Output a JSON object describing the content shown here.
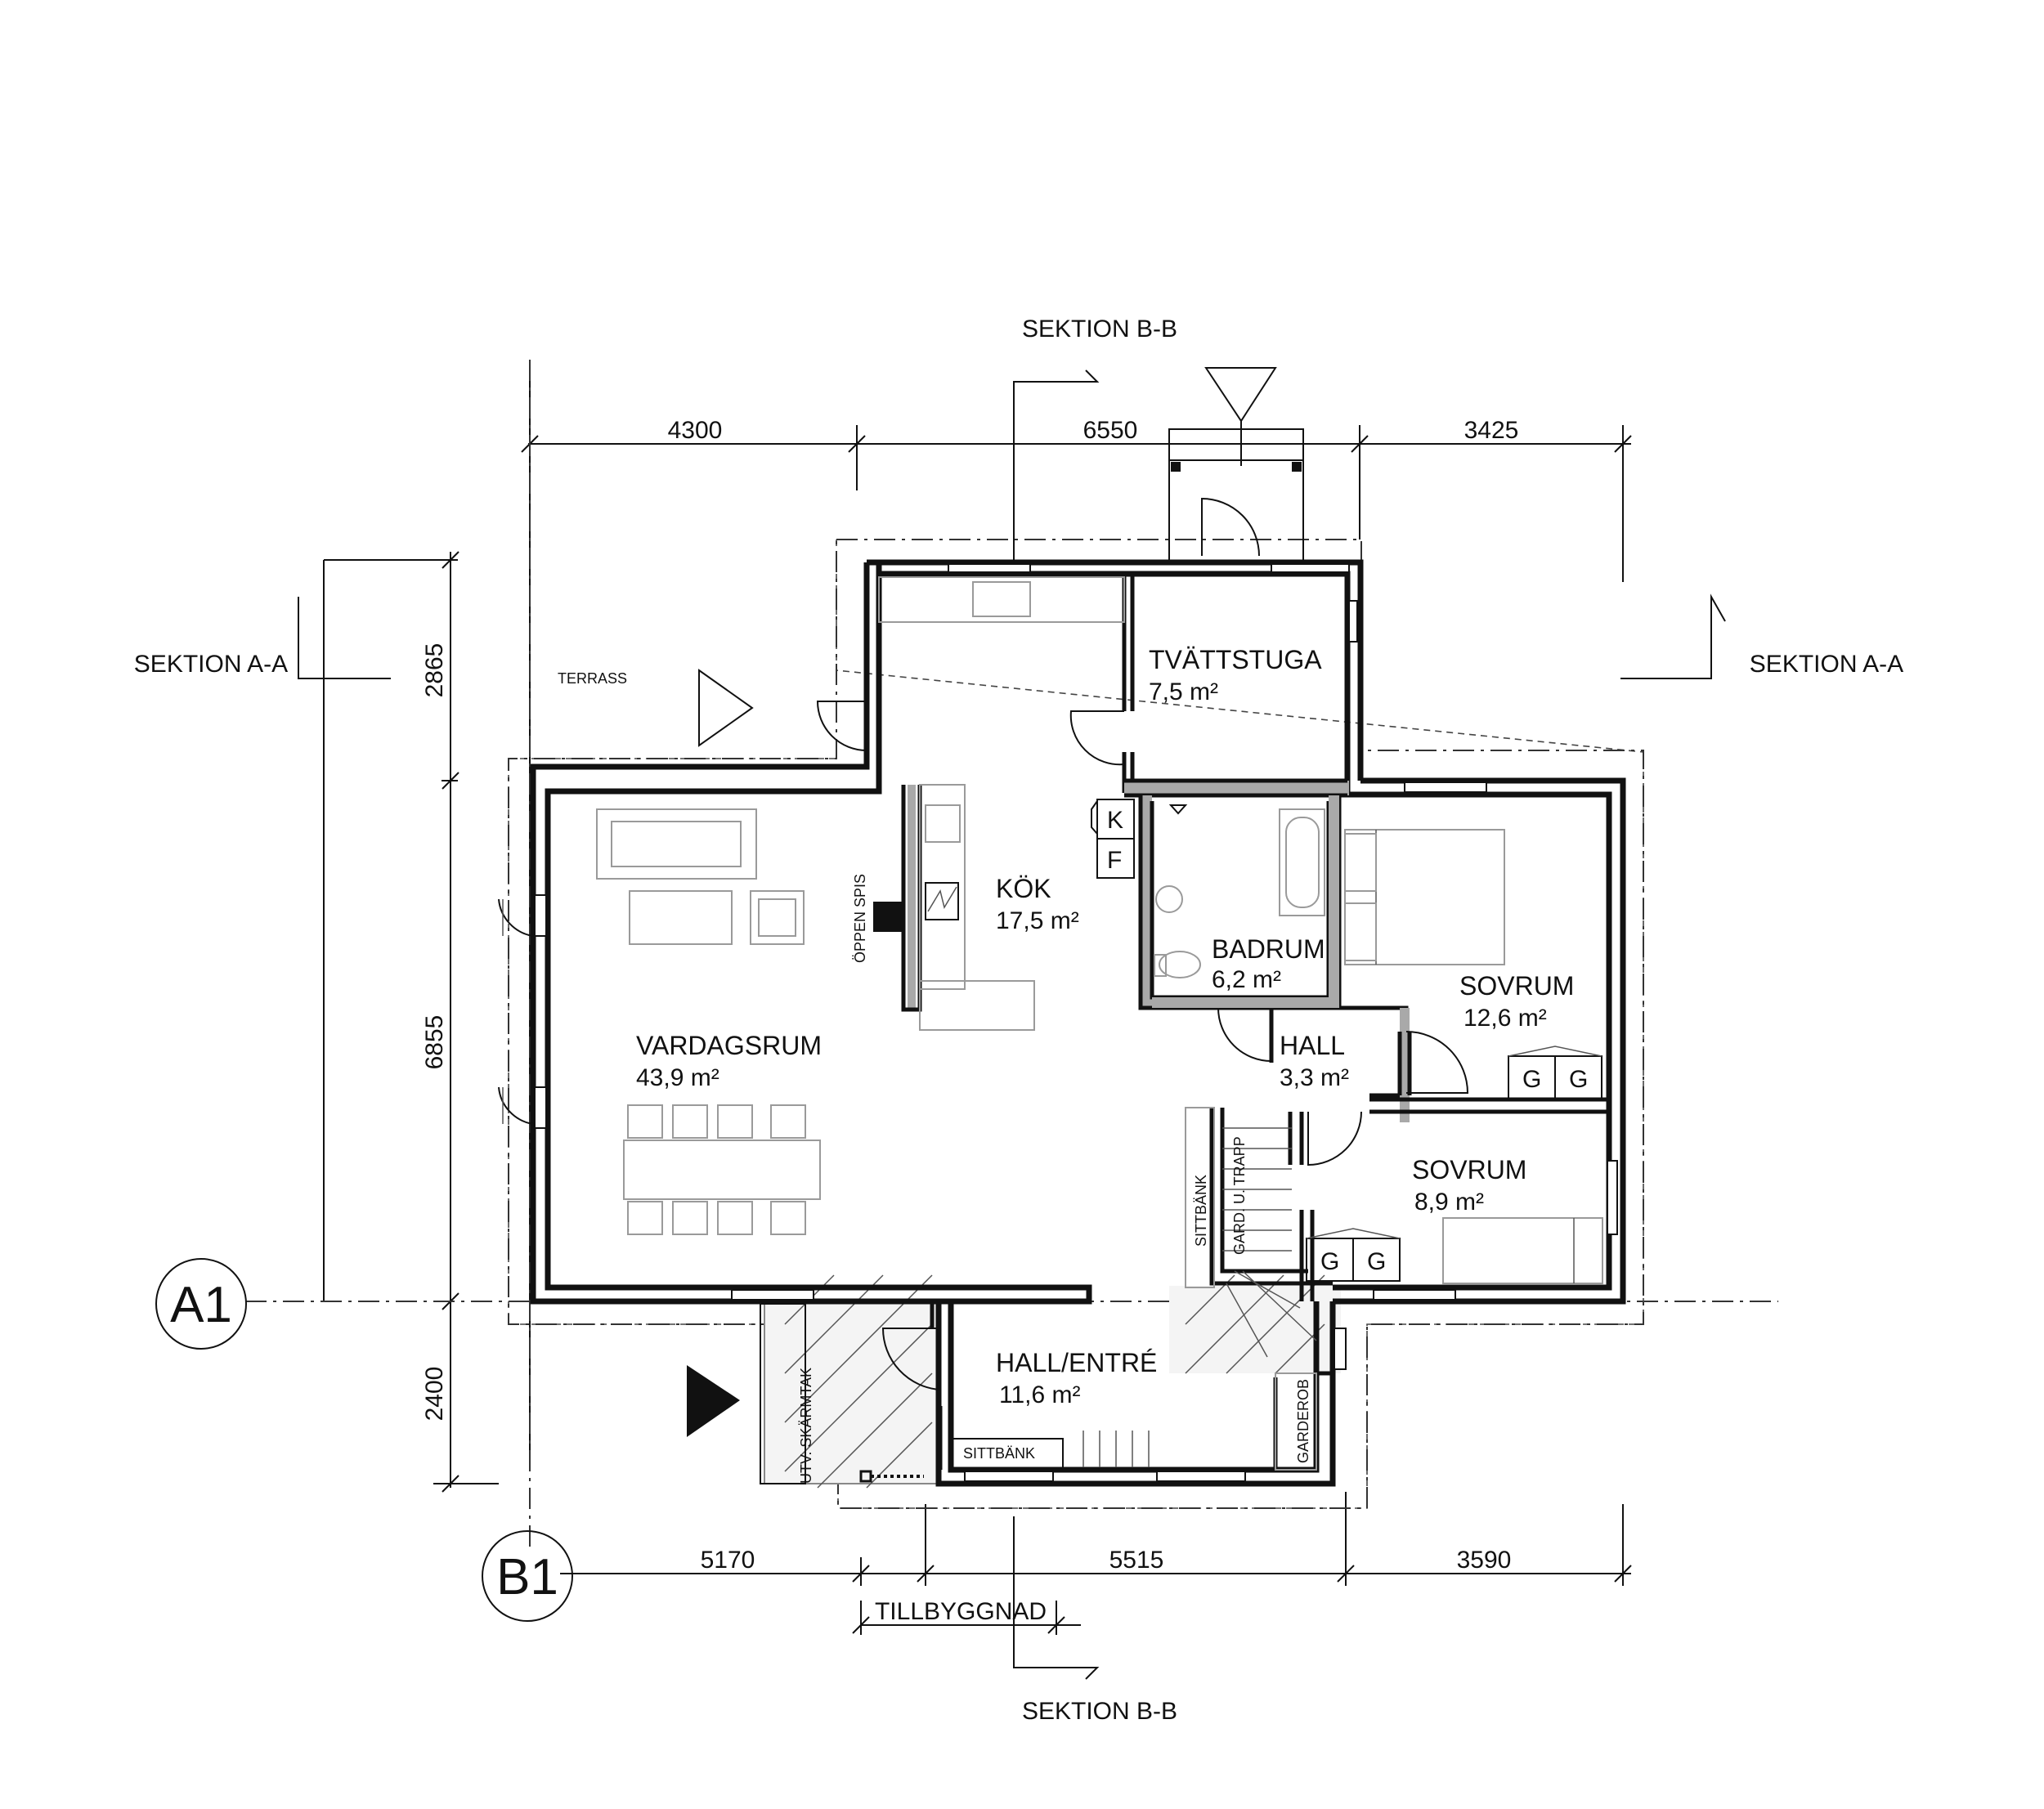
{
  "sections": {
    "b_top": "SEKTION B-B",
    "b_bottom": "SEKTION B-B",
    "a_left": "SEKTION A-A",
    "a_right": "SEKTION A-A"
  },
  "dimensions": {
    "top": [
      "4300",
      "6550",
      "3425"
    ],
    "bottom": [
      "5170",
      "5515",
      "3590"
    ],
    "left": [
      "2865",
      "6855",
      "2400"
    ],
    "extension": "TILLBYGGNAD"
  },
  "grid_labels": {
    "a": "A1",
    "b": "B1"
  },
  "rooms": {
    "terrass": "TERRASS",
    "tvattstuga": {
      "name": "TVÄTTSTUGA",
      "area": "7,5 m²"
    },
    "kok": {
      "name": "KÖK",
      "area": "17,5 m²"
    },
    "badrum": {
      "name": "BADRUM",
      "area": "6,2 m²"
    },
    "vardagsrum": {
      "name": "VARDAGSRUM",
      "area": "43,9 m²"
    },
    "hall": {
      "name": "HALL",
      "area": "3,3 m²"
    },
    "sovrum1": {
      "name": "SOVRUM",
      "area": "12,6 m²"
    },
    "sovrum2": {
      "name": "SOVRUM",
      "area": "8,9 m²"
    },
    "entre": {
      "name": "HALL/ENTRÉ",
      "area": "11,6 m²"
    }
  },
  "labels": {
    "oppen_spis": "ÖPPEN SPIS",
    "fridge": "K",
    "freezer": "F",
    "sittbank_stair": "SITTBÄNK",
    "gard_trapp": "GARD. U. TRAPP",
    "utv_skarmtak": "UTV. SKÄRMTAK",
    "sittbank_entre": "SITTBÄNK",
    "garderob": "GARDEROB",
    "wardrobe_mark": "G"
  }
}
